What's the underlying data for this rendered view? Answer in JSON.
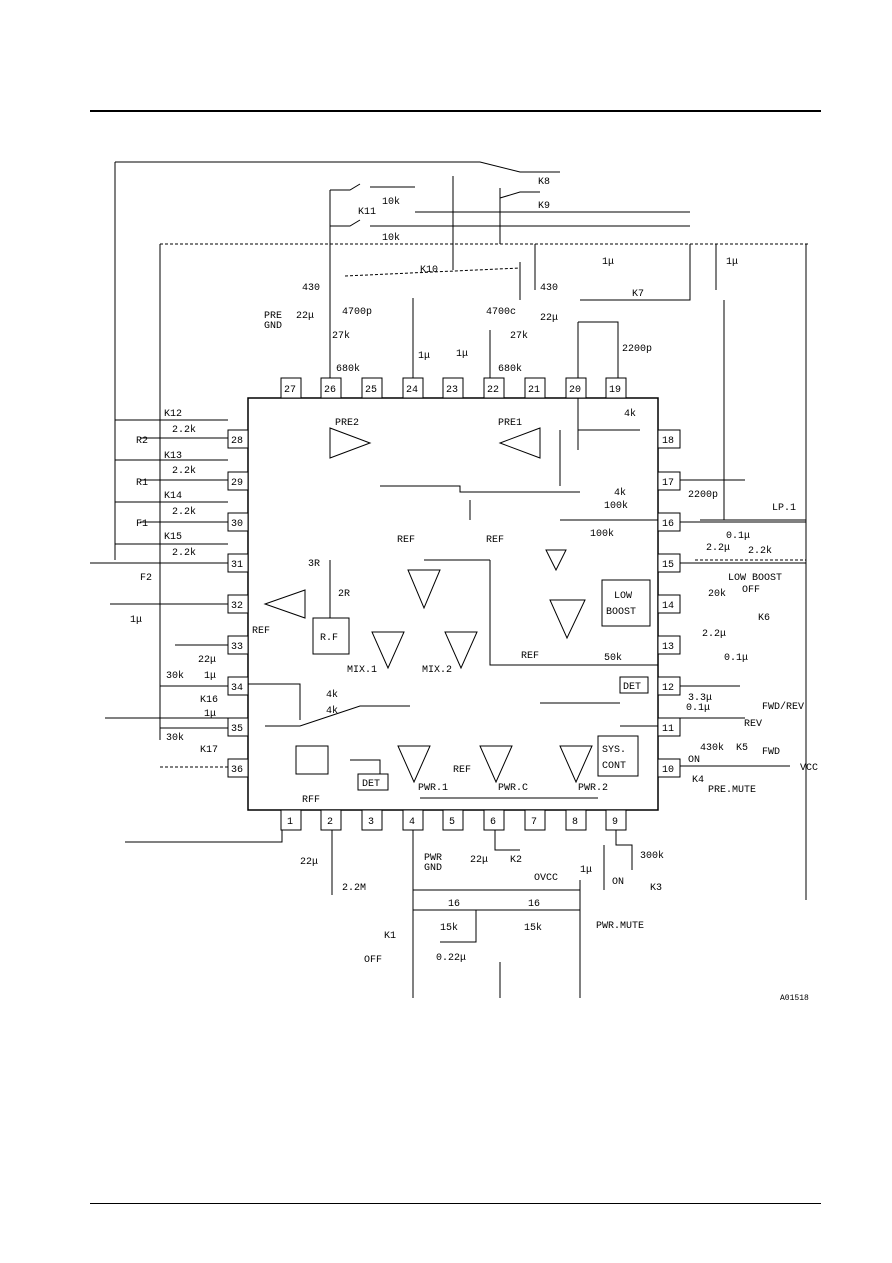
{
  "pins_top": [
    "27",
    "26",
    "25",
    "24",
    "23",
    "22",
    "21",
    "20",
    "19"
  ],
  "pins_bottom": [
    "1",
    "2",
    "3",
    "4",
    "5",
    "6",
    "7",
    "8",
    "9"
  ],
  "pins_left": [
    "28",
    "29",
    "30",
    "31",
    "32",
    "33",
    "34",
    "35",
    "36"
  ],
  "pins_right": [
    "18",
    "17",
    "16",
    "15",
    "14",
    "13",
    "12",
    "11",
    "10"
  ],
  "blocks": {
    "pre2": "PRE2",
    "pre1": "PRE1",
    "mix1": "MIX.1",
    "mix2": "MIX.2",
    "pwr1": "PWR.1",
    "pwrc": "PWR.C",
    "pwr2": "PWR.2",
    "det_left": "DET",
    "det_right": "DET",
    "sys_cont_1": "SYS.",
    "sys_cont_2": "CONT",
    "low_boost_1": "LOW",
    "low_boost_2": "BOOST",
    "rf": "R.F",
    "rff": "RFF",
    "ref_a": "REF",
    "ref_b": "REF",
    "ref_c": "REF",
    "ref_d": "REF",
    "ref_e": "REF"
  },
  "switches": {
    "k8": "K8",
    "k9": "K9",
    "k10": "K10",
    "k11": "K11",
    "k7": "K7",
    "k12": "K12",
    "k13": "K13",
    "k14": "K14",
    "k15": "K15",
    "k16": "K16",
    "k17": "K17",
    "k1": "K1",
    "k2": "K2",
    "k3": "K3",
    "k4": "K4",
    "k5": "K5",
    "k6": "K6"
  },
  "components": {
    "r_10k_a": "10k",
    "r_10k_b": "10k",
    "r_430_a": "430",
    "r_430_b": "430",
    "c_22u_a": "22μ",
    "c_4700p_a": "4700p",
    "r_27k_a": "27k",
    "r_680k_a": "680k",
    "c_4700p_b": "4700c",
    "r_27k_b": "27k",
    "c_22u_b": "22μ",
    "r_680k_b": "680k",
    "c_1u_a": "1μ",
    "c_1u_b": "1μ",
    "c_1u_c": "1μ",
    "c_1u_d": "1μ",
    "c_2200p_a": "2200p",
    "c_2200p_b": "2200p",
    "r_4k_a": "4k",
    "r_4k_b": "4k",
    "r_100k_a": "100k",
    "r_100k_b": "100k",
    "c_01u_a": "0.1μ",
    "r_22k": "2.2k",
    "c_22u_c": "2.2μ",
    "r_20k": "20k",
    "c_22u_d": "2.2μ",
    "c_01u_b": "0.1μ",
    "c_33u": "3.3μ",
    "c_01u_c": "0.1μ",
    "r_430k": "430k",
    "r_50k": "50k",
    "r_22k_k12": "2.2k",
    "r_22k_k13": "2.2k",
    "r_22k_k14": "2.2k",
    "r_22k_k15": "2.2k",
    "r_3r": "3R",
    "r_2r": "2R",
    "c_22u_pin33": "22μ",
    "c_1u_pin32": "1μ",
    "r_30k_a": "30k",
    "r_30k_b": "30k",
    "c_1u_k16": "1μ",
    "c_1u_k17": "1μ",
    "r_4k_mix_a": "4k",
    "r_4k_mix_b": "4k",
    "c_22u_pin2": "22μ",
    "r_22m": "2.2M",
    "c_22u_k2": "22μ",
    "r_16_a": "16",
    "r_16_b": "16",
    "r_15k_a": "15k",
    "r_15k_b": "15k",
    "c_022u": "0.22μ",
    "r_300k": "300k",
    "c_1u_k3": "1μ"
  },
  "labels": {
    "pre_gnd_1": "PRE",
    "pre_gnd_2": "GND",
    "r2": "R2",
    "r1": "R1",
    "f1": "F1",
    "f2": "F2",
    "lp1": "LP.1",
    "low_boost_1": "LOW BOOST",
    "low_boost_2": "OFF",
    "fwd_rev": "FWD/REV",
    "rev": "REV",
    "fwd": "FWD",
    "on_k4": "ON",
    "vcc": "VCC",
    "pre_mute": "PRE.MUTE",
    "pwr_gnd_1": "PWR",
    "pwr_gnd_2": "GND",
    "ovcc": "OVCC",
    "on_k3": "ON",
    "pwr_mute": "PWR.MUTE",
    "off_k1": "OFF",
    "drawing_code": "A01518"
  }
}
